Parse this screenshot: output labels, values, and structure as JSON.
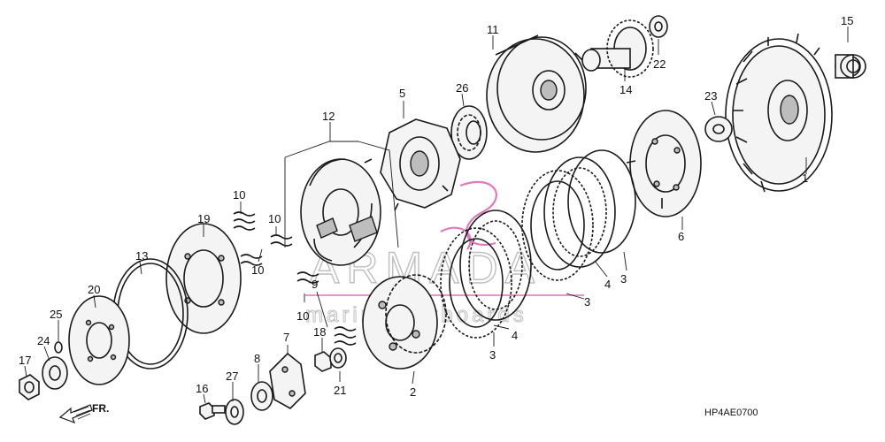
{
  "watermark": {
    "brand": "ARMADA",
    "tagline": "marine outboards"
  },
  "diagram_code": "HP4AE0700",
  "front_indicator": {
    "text": "FR.",
    "icon": "front-arrow-icon"
  },
  "colors": {
    "line": "#1a1a1a",
    "watermark_accent": "#d6409f",
    "watermark_text": "#8a8a8a"
  },
  "callouts": [
    {
      "id": "1",
      "text": "1"
    },
    {
      "id": "2",
      "text": "2"
    },
    {
      "id": "3a",
      "text": "3"
    },
    {
      "id": "3b",
      "text": "3"
    },
    {
      "id": "3c",
      "text": "3"
    },
    {
      "id": "4a",
      "text": "4"
    },
    {
      "id": "4b",
      "text": "4"
    },
    {
      "id": "5",
      "text": "5"
    },
    {
      "id": "6",
      "text": "6"
    },
    {
      "id": "7",
      "text": "7"
    },
    {
      "id": "8",
      "text": "8"
    },
    {
      "id": "9",
      "text": "9"
    },
    {
      "id": "10a",
      "text": "10"
    },
    {
      "id": "10b",
      "text": "10"
    },
    {
      "id": "10c",
      "text": "10"
    },
    {
      "id": "10d",
      "text": "10"
    },
    {
      "id": "11",
      "text": "11"
    },
    {
      "id": "12",
      "text": "12"
    },
    {
      "id": "13",
      "text": "13"
    },
    {
      "id": "14",
      "text": "14"
    },
    {
      "id": "15",
      "text": "15"
    },
    {
      "id": "16",
      "text": "16"
    },
    {
      "id": "17",
      "text": "17"
    },
    {
      "id": "18",
      "text": "18"
    },
    {
      "id": "19",
      "text": "19"
    },
    {
      "id": "20",
      "text": "20"
    },
    {
      "id": "21",
      "text": "21"
    },
    {
      "id": "22",
      "text": "22"
    },
    {
      "id": "23",
      "text": "23"
    },
    {
      "id": "24",
      "text": "24"
    },
    {
      "id": "25",
      "text": "25"
    },
    {
      "id": "26",
      "text": "26"
    },
    {
      "id": "27",
      "text": "27"
    }
  ]
}
